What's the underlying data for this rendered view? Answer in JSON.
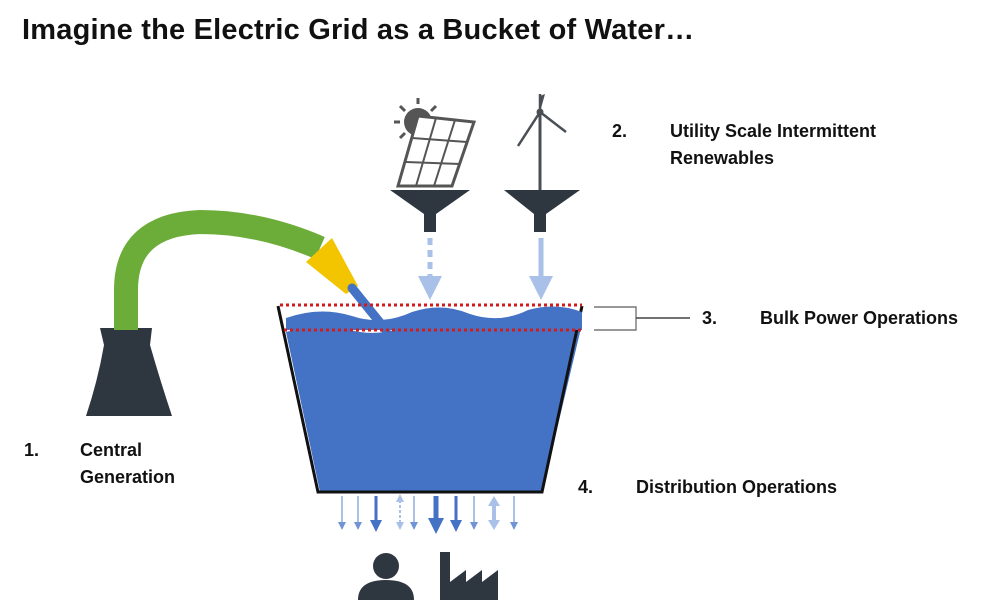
{
  "title": "Imagine the Electric Grid as a Bucket of Water…",
  "labels": [
    {
      "number": "1.",
      "lines": [
        "Central",
        "Generation"
      ]
    },
    {
      "number": "2.",
      "lines": [
        "Utility Scale Intermittent",
        "Renewables"
      ]
    },
    {
      "number": "3.",
      "lines": [
        "Bulk Power Operations"
      ]
    },
    {
      "number": "4.",
      "lines": [
        "Distribution Operations"
      ]
    }
  ],
  "icons": [
    "power-plant-icon",
    "solar-panel-icon",
    "wind-turbine-icon",
    "funnel-icon",
    "bucket-icon",
    "person-icon",
    "factory-icon"
  ],
  "colors": {
    "water": "#4472c4",
    "water_light": "#a9c1e8",
    "hose": "#6cad3a",
    "nozzle": "#f2c500",
    "dark": "#2e3640",
    "dotted_line": "#d01c1c"
  }
}
